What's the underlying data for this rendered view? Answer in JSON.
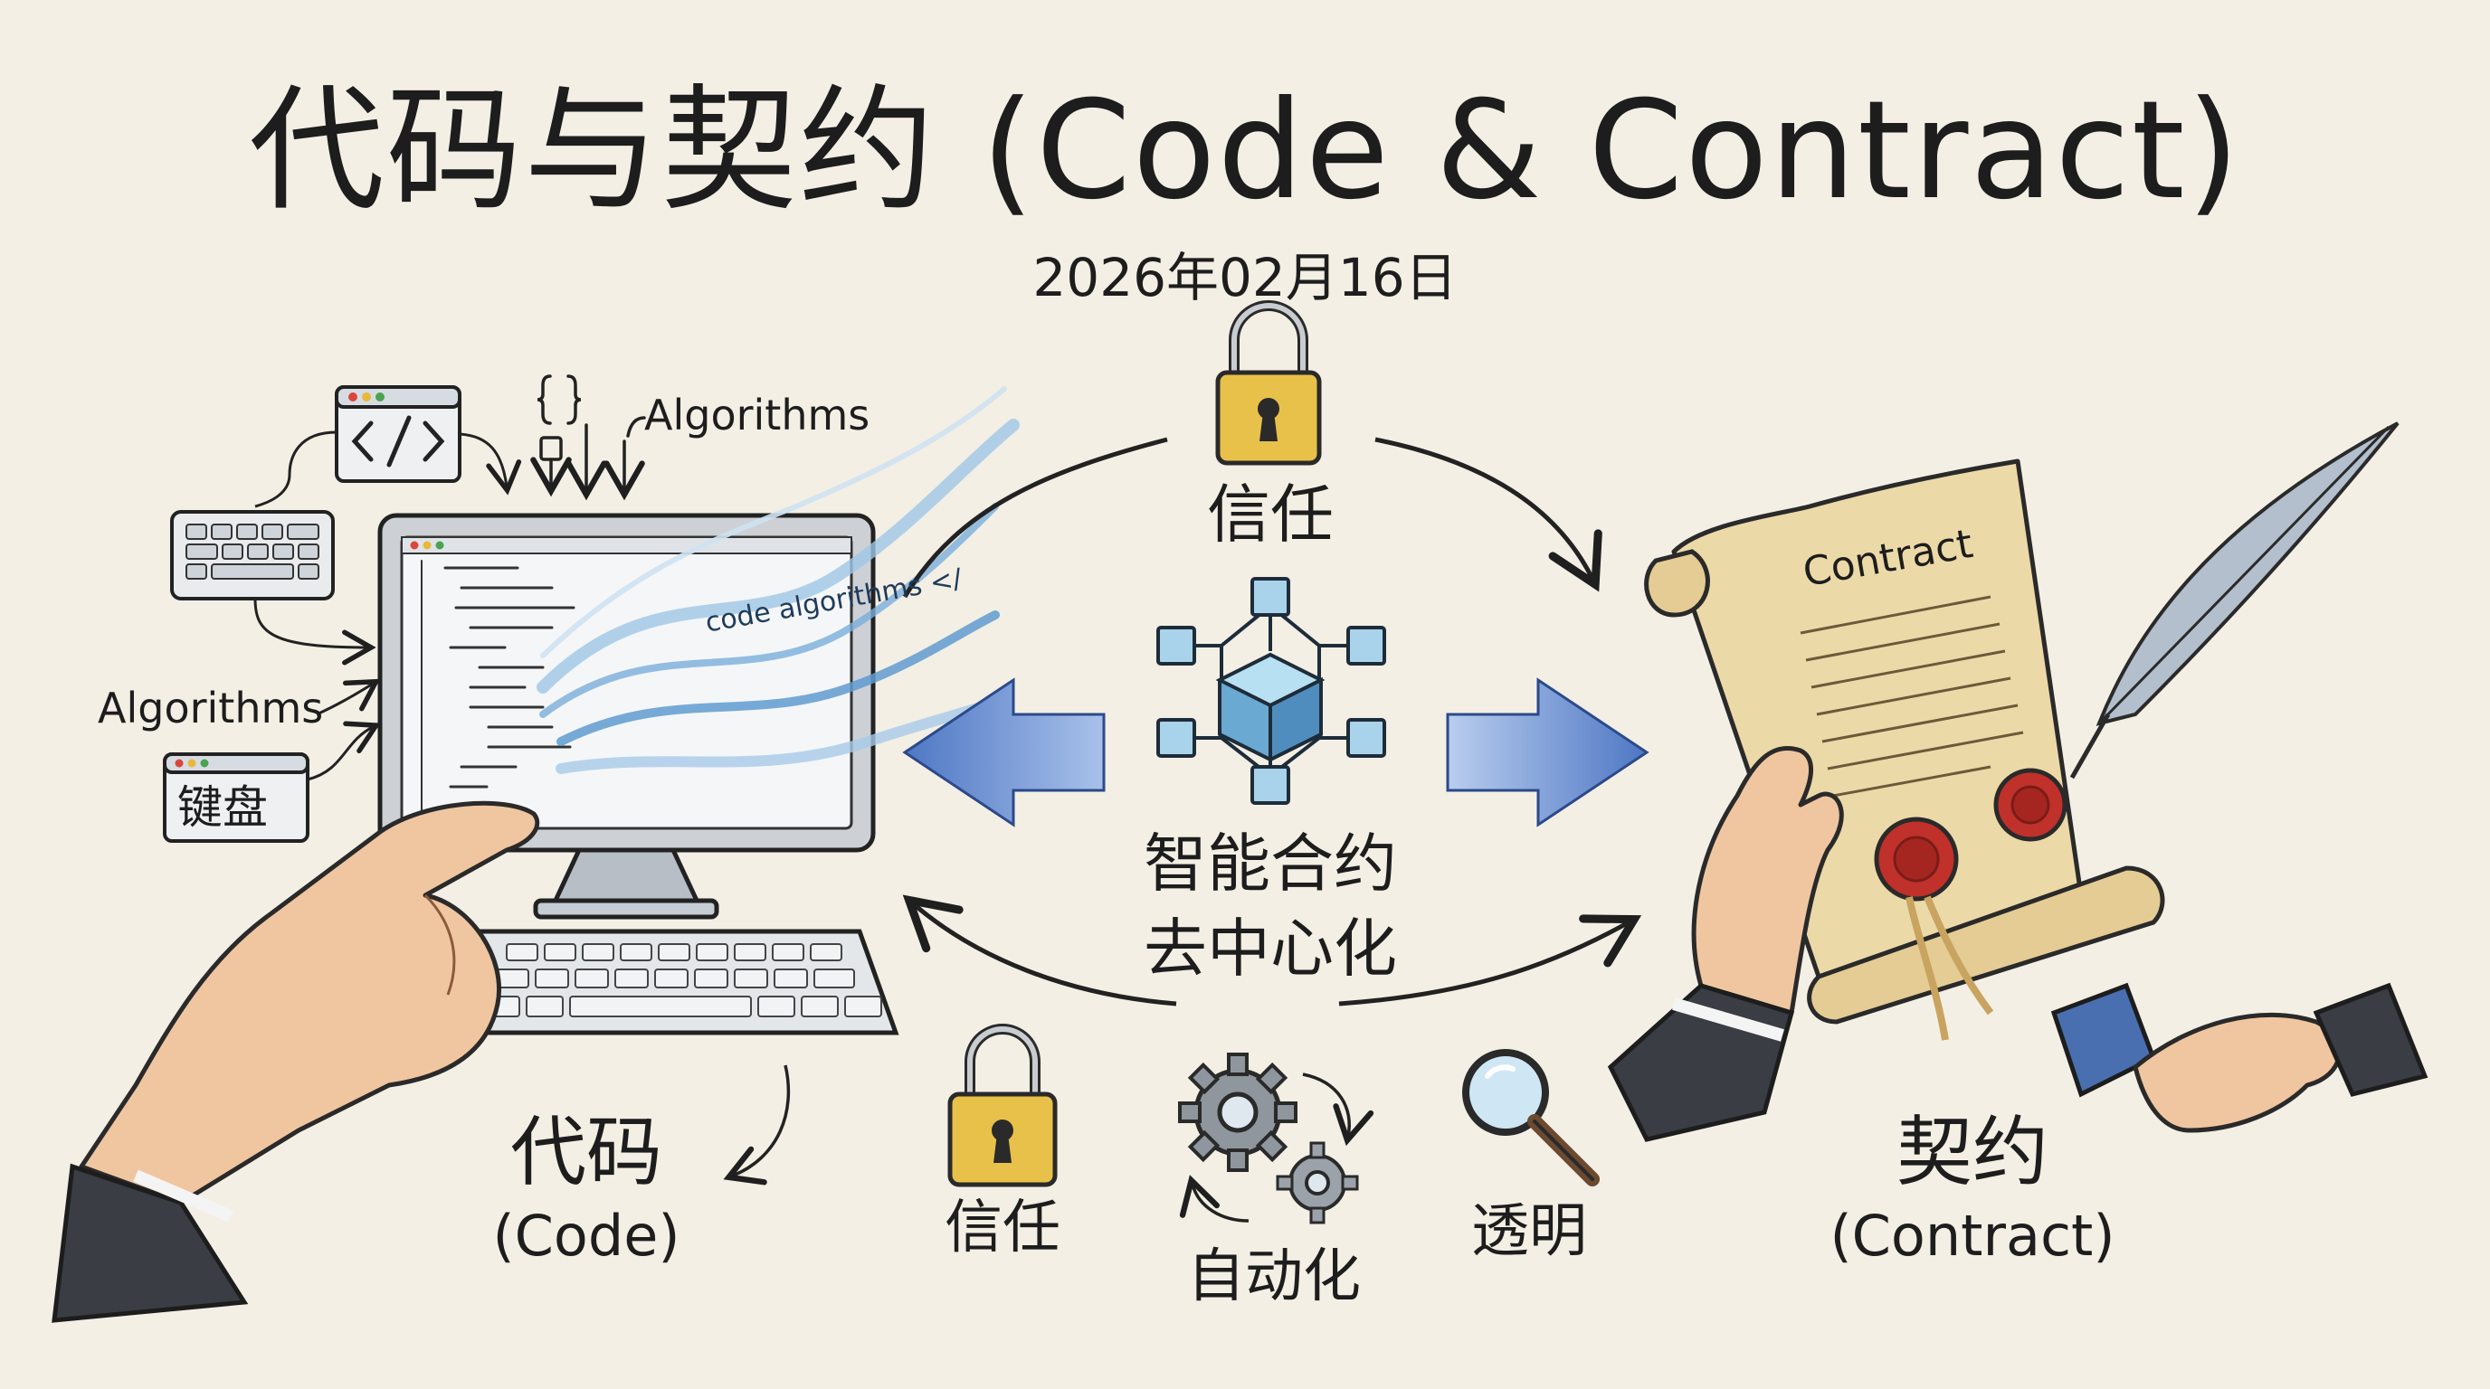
{
  "header": {
    "title": "代码与契约 (Code & Contract)",
    "date": "2026年02月16日"
  },
  "left_scene": {
    "label_cn": "代码",
    "label_en": "(Code)",
    "algorithms_top": "Algorithms",
    "algorithms_side": "Algorithms",
    "keyboard_box": "键盘",
    "stream_text": "code  algorithms </",
    "contract_heading": "Contract"
  },
  "center": {
    "trust_top": "信任",
    "smart_contract": "智能合约",
    "decentralized": "去中心化"
  },
  "bottom_icons": {
    "trust": "信任",
    "automation": "自动化",
    "transparency": "透明"
  },
  "right_scene": {
    "label_cn": "契约",
    "label_en": "(Contract)"
  },
  "icons": [
    "lock-icon",
    "blockchain-cube-icon",
    "gear-icon",
    "magnifier-icon",
    "computer-monitor-icon",
    "keyboard-icon",
    "code-window-icon",
    "scroll-contract-icon",
    "quill-pen-icon",
    "wax-seal-icon",
    "handshake-icon",
    "hand-pointing-icon",
    "curly-braces-icon"
  ],
  "colors": {
    "paper": "#f3efe4",
    "ink": "#1f1f1f",
    "lock_gold": "#e8c14a",
    "cube_blue": "#8fc3e0",
    "arrow_blue": "#6b8fd0",
    "wax_red": "#c0312b",
    "parchment": "#ecd9a8",
    "skin": "#f0c6a0"
  }
}
